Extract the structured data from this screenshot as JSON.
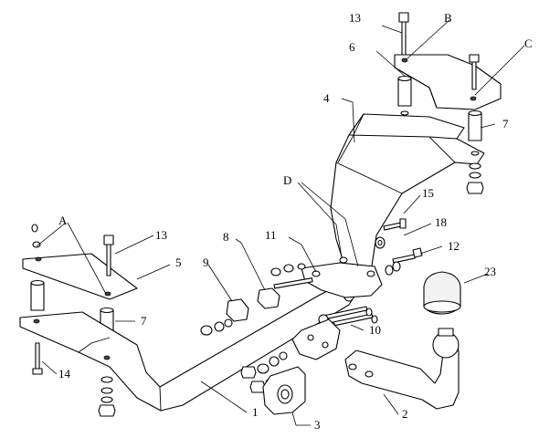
{
  "callouts": {
    "n1": "1",
    "n2": "2",
    "n3": "3",
    "n4": "4",
    "n5": "5",
    "n6": "6",
    "n7_right": "7",
    "n7_left": "7",
    "n8": "8",
    "n9": "9",
    "n10": "10",
    "n11": "11",
    "n12": "12",
    "n13_right": "13",
    "n13_left": "13",
    "n14": "14",
    "n15": "15",
    "n18": "18",
    "n23": "23",
    "A": "A",
    "B": "B",
    "C": "C",
    "D": "D"
  }
}
